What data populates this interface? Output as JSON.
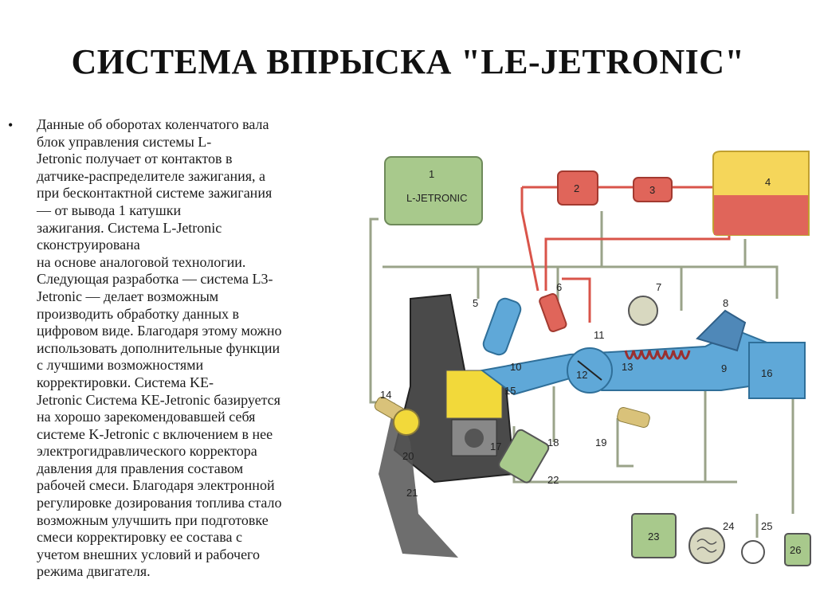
{
  "slide": {
    "title": "СИСТЕМА ВПРЫСКА \"LE-JETRONIC\"",
    "bullet": "•",
    "body": "Данные об оборотах коленчатого вала\nблок управления системы L-\nJetronic получает от контактов в\nдатчике-распределителе зажигания, а\nпри бесконтактной системе зажигания\n— от вывода 1 катушки\nзажигания. Система L-Jetronic\nсконструирована\nна основе аналоговой технологии.\nСледующая разработка — система L3-\nJetronic — делает возможным\nпроизводить обработку данных в\nцифровом виде. Благодаря этому можно\nиспользовать дополнительные функции\nс лучшими возможностями\nкорректировки. Система KE-\nJetronic Система KE-Jetronic базируется\nна хорошо зарекомендовавшей себя\nсистеме K-Jetronic с включением в нее\nэлектрогидравлического корректора\nдавления для  правления составом\nрабочей смеси. Благодаря электронной\nрегулировке дозирования топлива стало\nвозможным улучшить при подготовке\nсмеси корректировку ее состава с\nучетом внешних условий и рабочего\nрежима двигателя."
  },
  "diagram": {
    "ecu_label": "L-JETRONIC",
    "numbers": [
      "1",
      "2",
      "3",
      "4",
      "5",
      "6",
      "7",
      "8",
      "9",
      "10",
      "11",
      "12",
      "13",
      "14",
      "15",
      "16",
      "17",
      "18",
      "19",
      "20",
      "21",
      "22",
      "23",
      "24",
      "25",
      "26"
    ],
    "colors": {
      "ecu": "#a8c98c",
      "tank": "#f5d65a",
      "fuel": "#e0655a",
      "air": "#5fa8d8",
      "wire": "#9aa389",
      "engine": "#3d3d3d",
      "yellow": "#f2d93a"
    }
  }
}
